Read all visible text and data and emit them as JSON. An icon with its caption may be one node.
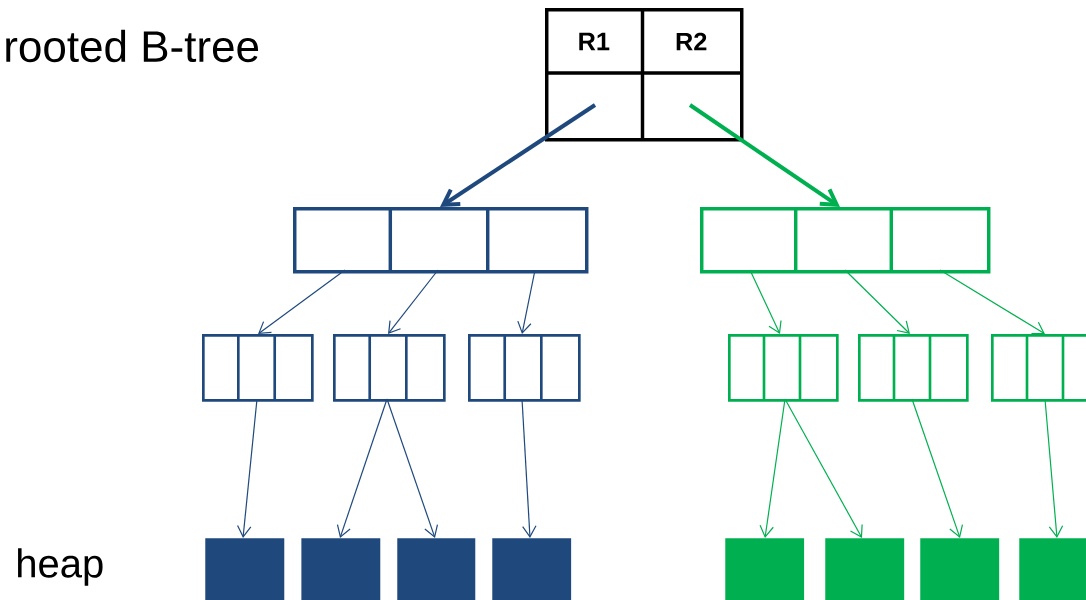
{
  "diagram": {
    "nodes": [
      {
        "text": [
          "R1",
          "R2"
        ]
      },
      {
        "text": [],
        "shape": "box"
      },
      {
        "text": [],
        "shape": "box"
      },
      {
        "text": [],
        "shape": "box"
      },
      {
        "text": [],
        "shape": "box"
      },
      {
        "text": [],
        "shape": "box"
      },
      {
        "text": [],
        "shape": "box"
      },
      {
        "text": [],
        "shape": "box"
      },
      {
        "text": [],
        "shape": "box"
      },
      {
        "text": [],
        "shape": "box"
      },
      {
        "text": [],
        "shape": "box"
      },
      {
        "text": [],
        "shape": "box"
      },
      {
        "text": [],
        "shape": "box"
      },
      {
        "text": [],
        "shape": "box"
      },
      {
        "text": [],
        "shape": "box"
      },
      {
        "text": [],
        "shape": "box"
      },
      {
        "text": [],
        "shape": "box"
      }
    ],
    "edges": [
      {
        "from": 0,
        "to": 1,
        "arrow": "to",
        "style": "thick",
        "color": "#1f497d"
      },
      {
        "from": 0,
        "to": 2,
        "arrow": "to",
        "style": "thick",
        "color": "#00b050"
      },
      {
        "from": 1,
        "to": 3,
        "arrow": "to",
        "color": "#1f497d"
      },
      {
        "from": 1,
        "to": 4,
        "arrow": "to",
        "color": "#1f497d"
      },
      {
        "from": 1,
        "to": 5,
        "arrow": "to",
        "color": "#1f497d"
      },
      {
        "from": 2,
        "to": 6,
        "arrow": "to",
        "color": "#00b050"
      },
      {
        "from": 2,
        "to": 7,
        "arrow": "to",
        "color": "#00b050"
      },
      {
        "from": 2,
        "to": 8,
        "arrow": "to",
        "color": "#00b050"
      },
      {
        "from": 3,
        "to": 9,
        "arrow": "to",
        "color": "#1f497d"
      },
      {
        "from": 4,
        "to": 10,
        "arrow": "to",
        "color": "#1f497d"
      },
      {
        "from": 4,
        "to": 11,
        "arrow": "to",
        "color": "#1f497d"
      },
      {
        "from": 5,
        "to": 12,
        "arrow": "to",
        "color": "#1f497d"
      },
      {
        "from": 6,
        "to": 13,
        "arrow": "to",
        "color": "#00b050"
      },
      {
        "from": 6,
        "to": 14,
        "arrow": "to",
        "color": "#00b050"
      },
      {
        "from": 7,
        "to": 15,
        "arrow": "to",
        "color": "#00b050"
      },
      {
        "from": 8,
        "to": 16,
        "arrow": "to",
        "color": "#00b050"
      }
    ],
    "labels": [
      "rooted B-tree",
      "heap"
    ]
  }
}
